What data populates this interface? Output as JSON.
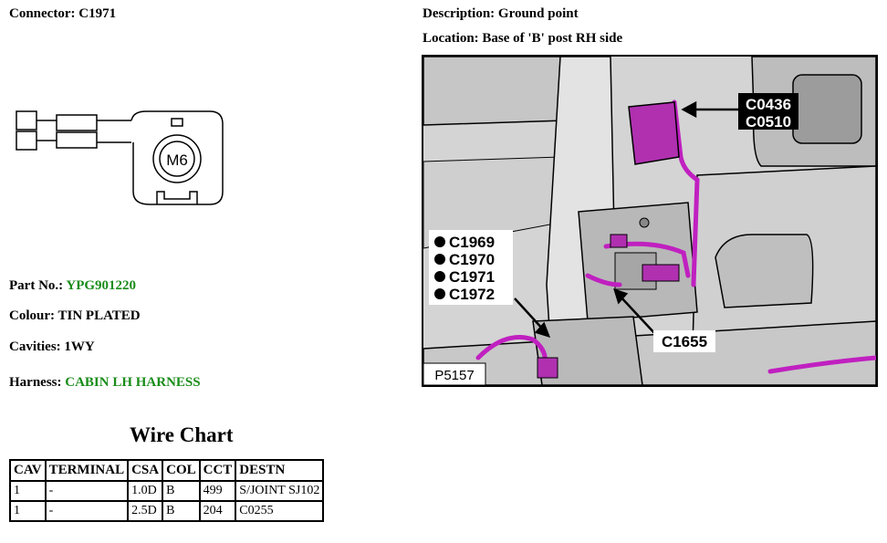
{
  "connector": {
    "label": "Connector:",
    "value": "C1971",
    "stud_label": "M6"
  },
  "description": {
    "label": "Description:",
    "value": "Ground point"
  },
  "location": {
    "label": "Location:",
    "value": "Base of 'B' post RH side"
  },
  "part_no": {
    "label": "Part No.:",
    "value": "YPG901220"
  },
  "colour": {
    "label": "Colour:",
    "value": "TIN PLATED"
  },
  "cavities": {
    "label": "Cavities:",
    "value": "1WY"
  },
  "harness": {
    "label": "Harness:",
    "value": "CABIN LH HARNESS"
  },
  "colors": {
    "link_green": "#1a8c1a",
    "harness_magenta": "#c020c0"
  },
  "wire_chart": {
    "title": "Wire Chart",
    "headers": [
      "CAV",
      "TERMINAL",
      "CSA",
      "COL",
      "CCT",
      "DESTN"
    ],
    "rows": [
      [
        "1",
        "-",
        "1.0D",
        "B",
        "499",
        "S/JOINT SJ102"
      ],
      [
        "1",
        "-",
        "2.5D",
        "B",
        "204",
        "C0255"
      ]
    ]
  },
  "photo": {
    "callouts": {
      "top_right": [
        "C0436",
        "C0510"
      ],
      "left": [
        "C1969",
        "C1970",
        "C1971",
        "C1972"
      ],
      "bottom": "C1655"
    },
    "ref": "P5157"
  }
}
